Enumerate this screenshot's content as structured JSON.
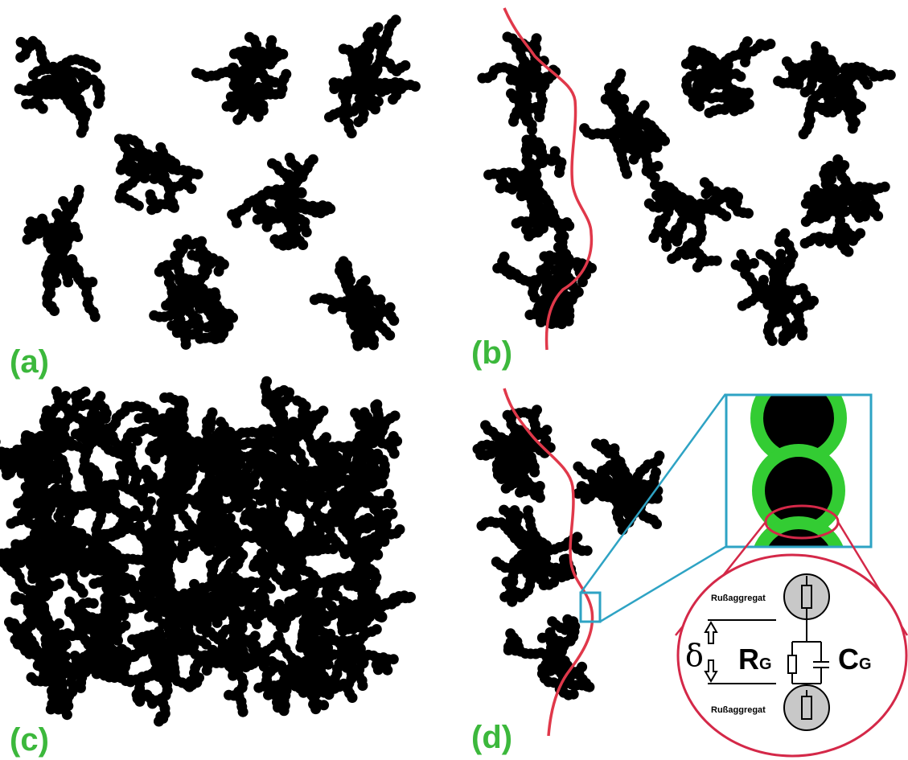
{
  "panels": {
    "a": {
      "label": "(a)"
    },
    "b": {
      "label": "(b)"
    },
    "c": {
      "label": "(c)"
    },
    "d": {
      "label": "(d)"
    }
  },
  "circuit": {
    "top_label": "Rußaggregat",
    "bottom_label": "Rußaggregat",
    "delta": "δ",
    "resistor_main": "R",
    "resistor_sub": "G",
    "capacitor_main": "C",
    "capacitor_sub": "G"
  },
  "colors": {
    "label_green": "#3cb83c",
    "path_red": "#e0384a",
    "zoom_blue": "#2ea3c4",
    "particle_ring_green": "#33cc33",
    "ellipse_red": "#d42848",
    "aggregate_gray": "#c8c8c8"
  }
}
